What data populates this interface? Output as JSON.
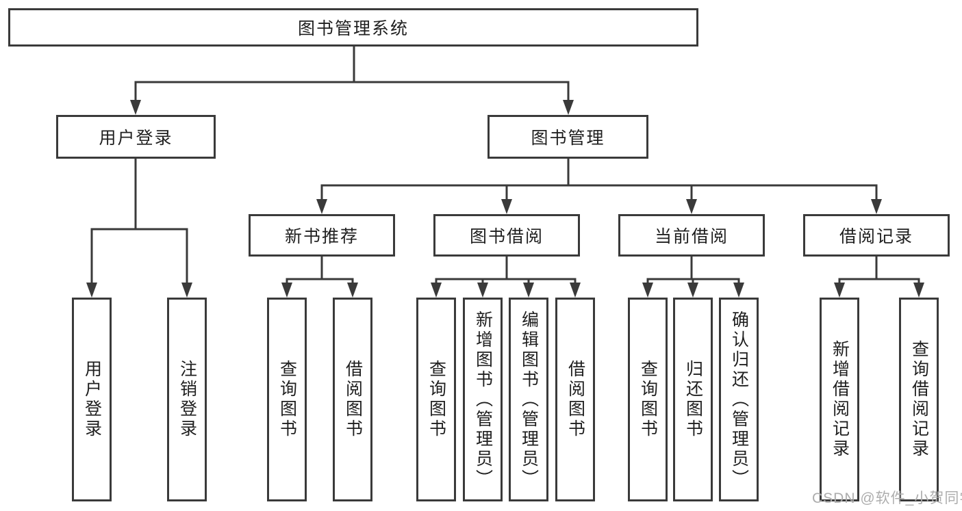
{
  "tree": {
    "label": "图书管理系统",
    "children": [
      {
        "label": "用户登录",
        "children": [
          {
            "label": "用户登录"
          },
          {
            "label": "注销登录"
          }
        ]
      },
      {
        "label": "图书管理",
        "children": [
          {
            "label": "新书推荐",
            "children": [
              {
                "label": "查询图书"
              },
              {
                "label": "借阅图书"
              }
            ]
          },
          {
            "label": "图书借阅",
            "children": [
              {
                "label": "查询图书"
              },
              {
                "label": "新增图书（管理员）"
              },
              {
                "label": "编辑图书（管理员）"
              },
              {
                "label": "借阅图书"
              }
            ]
          },
          {
            "label": "当前借阅",
            "children": [
              {
                "label": "查询图书"
              },
              {
                "label": "归还图书"
              },
              {
                "label": "确认归还（管理员）"
              }
            ]
          },
          {
            "label": "借阅记录",
            "children": [
              {
                "label": "新增借阅记录"
              },
              {
                "label": "查询借阅记录"
              }
            ]
          }
        ]
      }
    ]
  },
  "watermark": "CSDN @软件_小贺同学",
  "colors": {
    "line": "#3a3a3a",
    "text": "#1f1f1f",
    "watermark": "#adadad",
    "background": "#ffffff"
  }
}
